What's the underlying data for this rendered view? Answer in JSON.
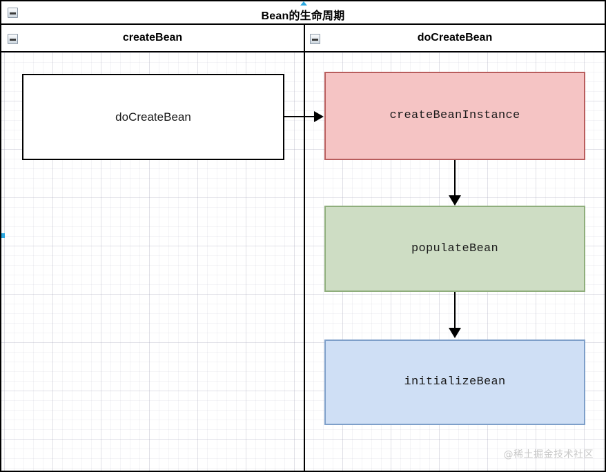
{
  "diagram": {
    "pool": {
      "title": "Bean的生命周期",
      "collapse_icon": "minus-icon"
    },
    "lanes": [
      {
        "label": "createBean"
      },
      {
        "label": "doCreateBean"
      }
    ],
    "nodes": [
      {
        "id": "doCreateBean",
        "label": "doCreateBean",
        "lane": "createBean",
        "style": "plain",
        "fill": "#ffffff",
        "stroke": "#000000"
      },
      {
        "id": "createBeanInstance",
        "label": "createBeanInstance",
        "lane": "doCreateBean",
        "style": "mono",
        "fill": "#f5c4c4",
        "stroke": "#b85d5d"
      },
      {
        "id": "populateBean",
        "label": "populateBean",
        "lane": "doCreateBean",
        "style": "mono",
        "fill": "#ceddc4",
        "stroke": "#8fae7c"
      },
      {
        "id": "initializeBean",
        "label": "initializeBean",
        "lane": "doCreateBean",
        "style": "mono",
        "fill": "#cfdff5",
        "stroke": "#7e9fc9"
      }
    ],
    "edges": [
      {
        "from": "doCreateBean",
        "to": "createBeanInstance",
        "direction": "right"
      },
      {
        "from": "createBeanInstance",
        "to": "populateBean",
        "direction": "down"
      },
      {
        "from": "populateBean",
        "to": "initializeBean",
        "direction": "down"
      }
    ],
    "watermark": "@稀土掘金技术社区",
    "handles": {
      "top": "resize-handle-top",
      "left": "resize-handle-left"
    }
  }
}
